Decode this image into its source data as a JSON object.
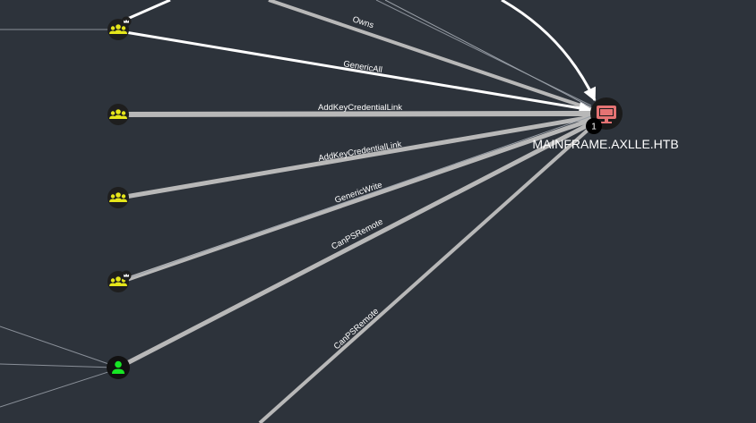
{
  "graph": {
    "target_node": {
      "label": "MAINFRAME.AXLLE.HTB",
      "type": "computer",
      "icon": "computer-icon",
      "badge_count": "1",
      "icon_color": "#e57373"
    },
    "source_nodes": [
      {
        "type": "group",
        "icon": "group-icon",
        "has_crown": true
      },
      {
        "type": "group",
        "icon": "group-icon",
        "has_crown": false
      },
      {
        "type": "group",
        "icon": "group-icon",
        "has_crown": false
      },
      {
        "type": "group",
        "icon": "group-icon",
        "has_crown": true
      },
      {
        "type": "user",
        "icon": "user-icon",
        "has_crown": false
      }
    ],
    "edges": [
      {
        "label": "Owns"
      },
      {
        "label": "GenericAll"
      },
      {
        "label": "AddKeyCredentialLink"
      },
      {
        "label": "AddKeyCredentialLink"
      },
      {
        "label": "GenericWrite"
      },
      {
        "label": "CanPSRemote"
      },
      {
        "label": "CanPSRemote"
      }
    ],
    "colors": {
      "background": "#2d333b",
      "group_node": "#e6e61a",
      "user_node": "#17e625",
      "computer_node": "#e57373",
      "edge_default": "#b8b8b8",
      "edge_highlight": "#ffffff"
    }
  }
}
